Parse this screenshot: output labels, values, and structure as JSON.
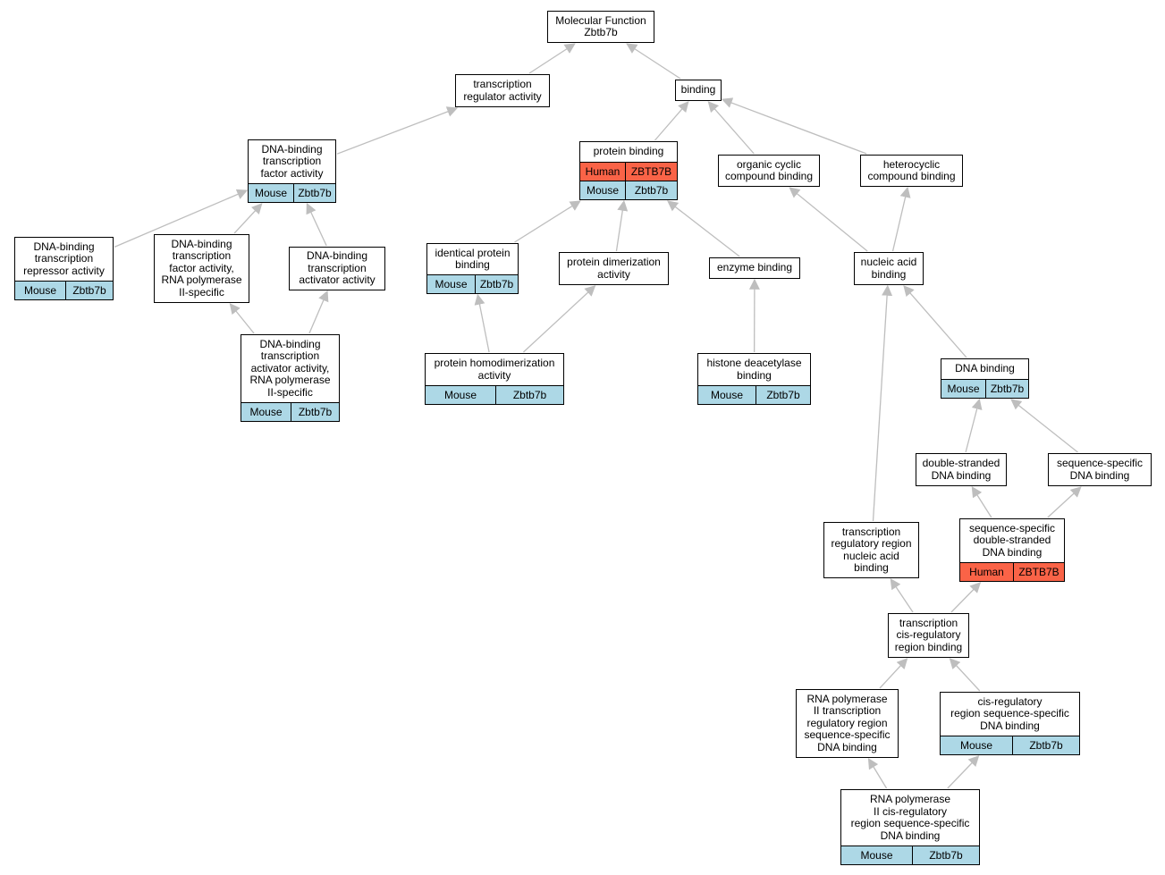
{
  "colors": {
    "mouse": "#add8e6",
    "human": "#fa6347",
    "edge": "#bebebe"
  },
  "nodes": [
    {
      "id": "root",
      "label": "Molecular Function\nZbtb7b"
    },
    {
      "id": "tra",
      "label": "transcription\nregulator activity"
    },
    {
      "id": "bind",
      "label": "binding"
    },
    {
      "id": "dbtfa",
      "label": "DNA-binding\ntranscription\nfactor activity",
      "rows": [
        {
          "org": "Mouse",
          "gene": "Zbtb7b",
          "species": "mouse"
        }
      ]
    },
    {
      "id": "pb",
      "label": "protein binding",
      "rows": [
        {
          "org": "Human",
          "gene": "ZBTB7B",
          "species": "human"
        },
        {
          "org": "Mouse",
          "gene": "Zbtb7b",
          "species": "mouse"
        }
      ]
    },
    {
      "id": "ocb",
      "label": "organic cyclic\ncompound binding"
    },
    {
      "id": "hcb",
      "label": "heterocyclic\ncompound binding"
    },
    {
      "id": "dbtra",
      "label": "DNA-binding\ntranscription\nrepressor activity",
      "rows": [
        {
          "org": "Mouse",
          "gene": "Zbtb7b",
          "species": "mouse"
        }
      ]
    },
    {
      "id": "dbtfa2",
      "label": "DNA-binding\ntranscription\nfactor activity,\nRNA polymerase\nII-specific"
    },
    {
      "id": "dbtaa",
      "label": "DNA-binding\ntranscription\nactivator activity"
    },
    {
      "id": "ipb",
      "label": "identical protein\nbinding",
      "rows": [
        {
          "org": "Mouse",
          "gene": "Zbtb7b",
          "species": "mouse"
        }
      ]
    },
    {
      "id": "pda",
      "label": "protein dimerization\nactivity"
    },
    {
      "id": "eb",
      "label": "enzyme binding"
    },
    {
      "id": "nab",
      "label": "nucleic acid\nbinding"
    },
    {
      "id": "dbtaa2",
      "label": "DNA-binding\ntranscription\nactivator activity,\nRNA polymerase\nII-specific",
      "rows": [
        {
          "org": "Mouse",
          "gene": "Zbtb7b",
          "species": "mouse"
        }
      ]
    },
    {
      "id": "phda",
      "label": "protein homodimerization\nactivity",
      "rows": [
        {
          "org": "Mouse",
          "gene": "Zbtb7b",
          "species": "mouse"
        }
      ]
    },
    {
      "id": "hdb",
      "label": "histone deacetylase\nbinding",
      "rows": [
        {
          "org": "Mouse",
          "gene": "Zbtb7b",
          "species": "mouse"
        }
      ]
    },
    {
      "id": "dnab",
      "label": "DNA binding",
      "rows": [
        {
          "org": "Mouse",
          "gene": "Zbtb7b",
          "species": "mouse"
        }
      ]
    },
    {
      "id": "dsdb",
      "label": "double-stranded\nDNA binding"
    },
    {
      "id": "ssdb",
      "label": "sequence-specific\nDNA binding"
    },
    {
      "id": "trrnab",
      "label": "transcription\nregulatory region\nnucleic acid\nbinding"
    },
    {
      "id": "ssdsdb",
      "label": "sequence-specific\ndouble-stranded\nDNA binding",
      "rows": [
        {
          "org": "Human",
          "gene": "ZBTB7B",
          "species": "human"
        }
      ]
    },
    {
      "id": "tcrb",
      "label": "transcription\ncis-regulatory\nregion binding"
    },
    {
      "id": "rp2trr",
      "label": "RNA polymerase\nII transcription\nregulatory region\nsequence-specific\nDNA binding"
    },
    {
      "id": "crssdb",
      "label": "cis-regulatory\nregion sequence-specific\nDNA binding",
      "rows": [
        {
          "org": "Mouse",
          "gene": "Zbtb7b",
          "species": "mouse"
        }
      ]
    },
    {
      "id": "rp2cr",
      "label": "RNA polymerase\nII cis-regulatory\nregion sequence-specific\nDNA binding",
      "rows": [
        {
          "org": "Mouse",
          "gene": "Zbtb7b",
          "species": "mouse"
        }
      ]
    }
  ],
  "edges": [
    [
      "tra",
      "root"
    ],
    [
      "bind",
      "root"
    ],
    [
      "dbtfa",
      "tra"
    ],
    [
      "pb",
      "bind"
    ],
    [
      "ocb",
      "bind"
    ],
    [
      "hcb",
      "bind"
    ],
    [
      "dbtra",
      "dbtfa"
    ],
    [
      "dbtfa2",
      "dbtfa"
    ],
    [
      "dbtaa",
      "dbtfa"
    ],
    [
      "dbtaa2",
      "dbtfa2"
    ],
    [
      "dbtaa2",
      "dbtaa"
    ],
    [
      "ipb",
      "pb"
    ],
    [
      "pda",
      "pb"
    ],
    [
      "eb",
      "pb"
    ],
    [
      "phda",
      "ipb"
    ],
    [
      "phda",
      "pda"
    ],
    [
      "hdb",
      "eb"
    ],
    [
      "nab",
      "ocb"
    ],
    [
      "nab",
      "hcb"
    ],
    [
      "dnab",
      "nab"
    ],
    [
      "trrnab",
      "nab"
    ],
    [
      "dsdb",
      "dnab"
    ],
    [
      "ssdb",
      "dnab"
    ],
    [
      "ssdsdb",
      "dsdb"
    ],
    [
      "ssdsdb",
      "ssdb"
    ],
    [
      "tcrb",
      "trrnab"
    ],
    [
      "tcrb",
      "ssdsdb"
    ],
    [
      "rp2trr",
      "tcrb"
    ],
    [
      "crssdb",
      "tcrb"
    ],
    [
      "rp2cr",
      "rp2trr"
    ],
    [
      "rp2cr",
      "crssdb"
    ]
  ]
}
